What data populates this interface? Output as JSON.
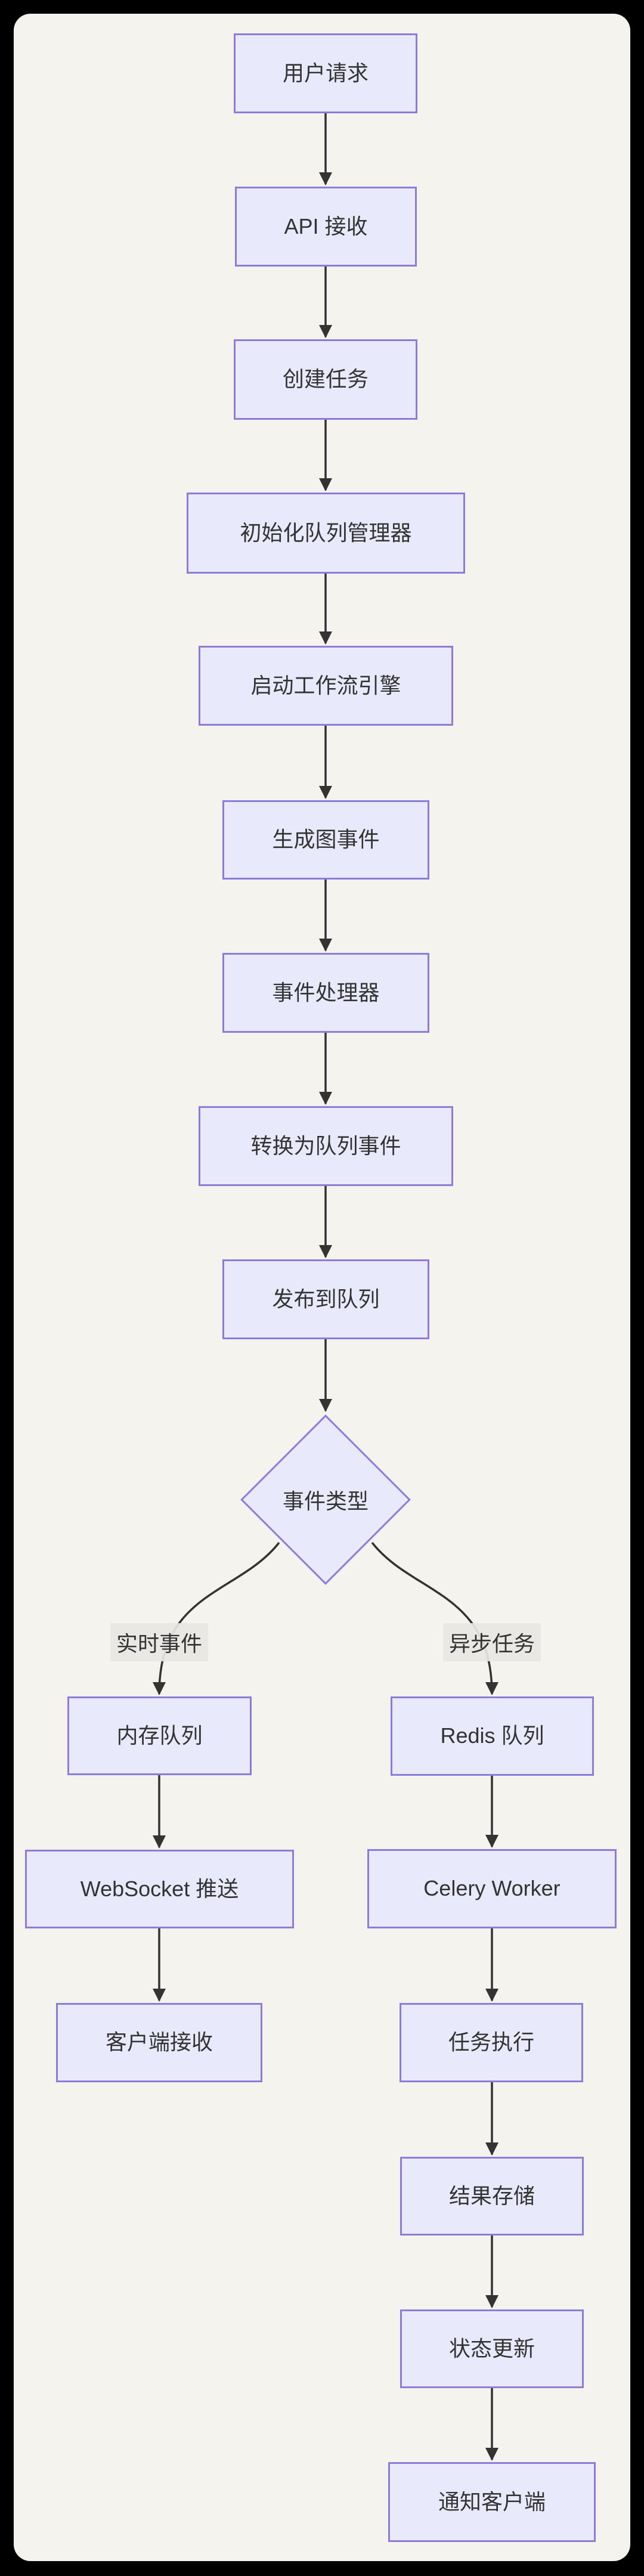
{
  "diagram": {
    "type": "flowchart",
    "direction": "top-bottom",
    "nodes": [
      {
        "id": "A",
        "label": "用户请求",
        "shape": "rect"
      },
      {
        "id": "B",
        "label": "API 接收",
        "shape": "rect"
      },
      {
        "id": "C",
        "label": "创建任务",
        "shape": "rect"
      },
      {
        "id": "D",
        "label": "初始化队列管理器",
        "shape": "rect"
      },
      {
        "id": "E",
        "label": "启动工作流引擎",
        "shape": "rect"
      },
      {
        "id": "F",
        "label": "生成图事件",
        "shape": "rect"
      },
      {
        "id": "G",
        "label": "事件处理器",
        "shape": "rect"
      },
      {
        "id": "H",
        "label": "转换为队列事件",
        "shape": "rect"
      },
      {
        "id": "I",
        "label": "发布到队列",
        "shape": "rect"
      },
      {
        "id": "J",
        "label": "事件类型",
        "shape": "diamond"
      },
      {
        "id": "K",
        "label": "内存队列",
        "shape": "rect"
      },
      {
        "id": "L",
        "label": "WebSocket 推送",
        "shape": "rect"
      },
      {
        "id": "M",
        "label": "客户端接收",
        "shape": "rect"
      },
      {
        "id": "N",
        "label": "Redis 队列",
        "shape": "rect"
      },
      {
        "id": "O",
        "label": "Celery Worker",
        "shape": "rect"
      },
      {
        "id": "P",
        "label": "任务执行",
        "shape": "rect"
      },
      {
        "id": "Q",
        "label": "结果存储",
        "shape": "rect"
      },
      {
        "id": "R",
        "label": "状态更新",
        "shape": "rect"
      },
      {
        "id": "S",
        "label": "通知客户端",
        "shape": "rect"
      }
    ],
    "edges": [
      {
        "from": "用户请求",
        "to": "API 接收",
        "label": ""
      },
      {
        "from": "API 接收",
        "to": "创建任务",
        "label": ""
      },
      {
        "from": "创建任务",
        "to": "初始化队列管理器",
        "label": ""
      },
      {
        "from": "初始化队列管理器",
        "to": "启动工作流引擎",
        "label": ""
      },
      {
        "from": "启动工作流引擎",
        "to": "生成图事件",
        "label": ""
      },
      {
        "from": "生成图事件",
        "to": "事件处理器",
        "label": ""
      },
      {
        "from": "事件处理器",
        "to": "转换为队列事件",
        "label": ""
      },
      {
        "from": "转换为队列事件",
        "to": "发布到队列",
        "label": ""
      },
      {
        "from": "发布到队列",
        "to": "事件类型",
        "label": ""
      },
      {
        "from": "事件类型",
        "to": "内存队列",
        "label": "实时事件"
      },
      {
        "from": "内存队列",
        "to": "WebSocket 推送",
        "label": ""
      },
      {
        "from": "WebSocket 推送",
        "to": "客户端接收",
        "label": ""
      },
      {
        "from": "事件类型",
        "to": "Redis 队列",
        "label": "异步任务"
      },
      {
        "from": "Redis 队列",
        "to": "Celery Worker",
        "label": ""
      },
      {
        "from": "Celery Worker",
        "to": "任务执行",
        "label": ""
      },
      {
        "from": "任务执行",
        "to": "结果存储",
        "label": ""
      },
      {
        "from": "结果存储",
        "to": "状态更新",
        "label": ""
      },
      {
        "from": "状态更新",
        "to": "通知客户端",
        "label": ""
      }
    ],
    "colors": {
      "page_background": "#000000",
      "canvas_background": "#F5F3EE",
      "node_fill": "#E9E9FC",
      "node_border": "#8F7BD8",
      "edge_stroke": "#333333",
      "text": "#333333",
      "edge_label_background": "#E8E7E3"
    }
  }
}
